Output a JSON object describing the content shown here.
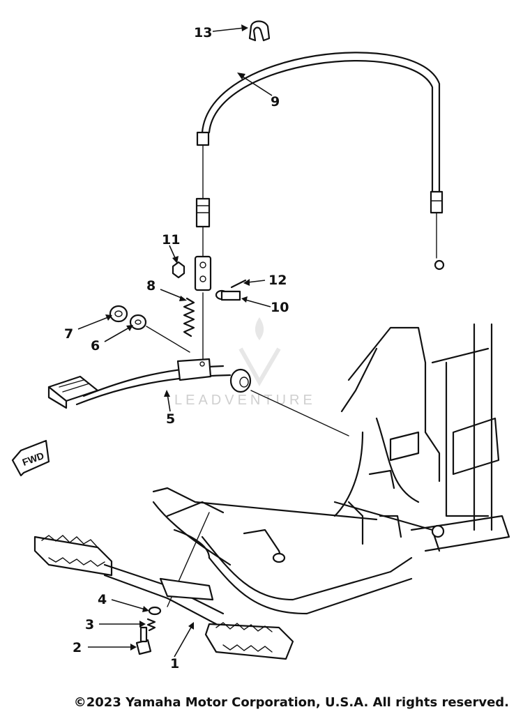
{
  "watermark": "LEADVENTURE",
  "fwd_label": "FWD",
  "copyright": "©2023 Yamaha Motor Corporation, U.S.A. All rights reserved.",
  "callouts": [
    "1",
    "2",
    "3",
    "4",
    "5",
    "6",
    "7",
    "8",
    "9",
    "10",
    "11",
    "12",
    "13"
  ]
}
